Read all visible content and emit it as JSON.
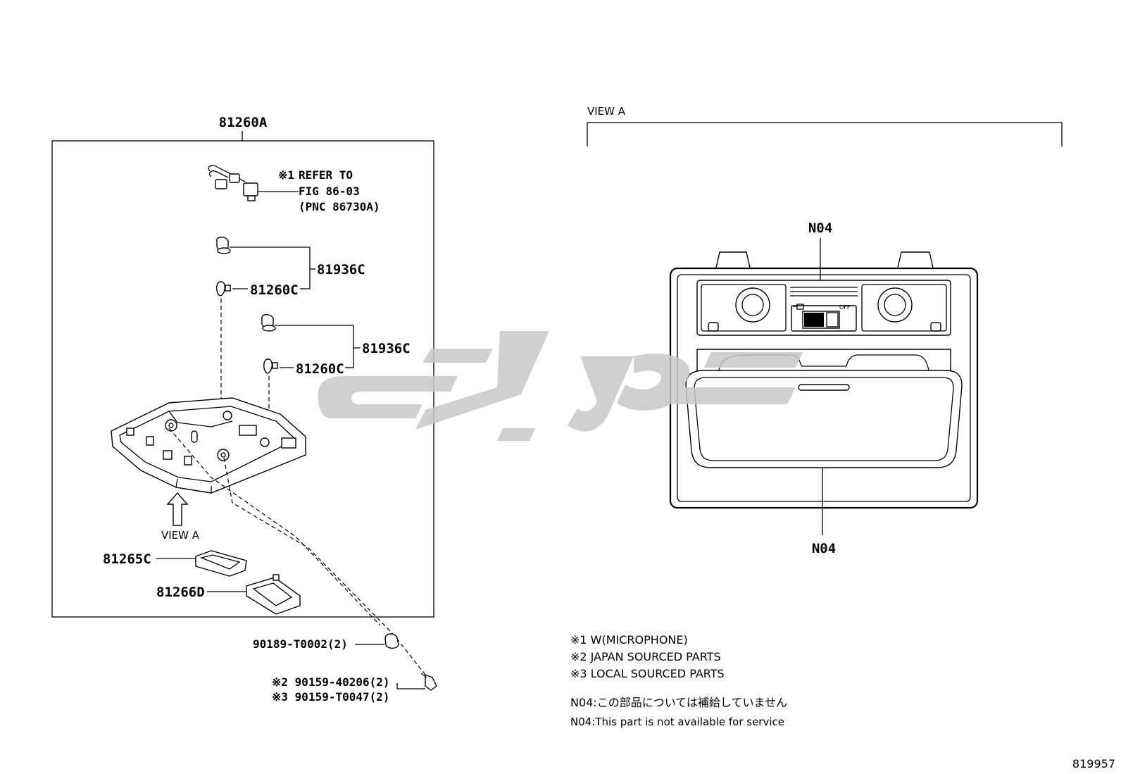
{
  "diagram_number": "819957",
  "watermark": {
    "text": "تویارت",
    "color": "#c8c8c8"
  },
  "left_panel": {
    "assembly_label": "81260A",
    "refer_note": {
      "mark": "※1",
      "line1": "REFER TO",
      "line2": "FIG 86-03",
      "line3": "(PNC 86730A)"
    },
    "parts": [
      {
        "id": "p1",
        "label": "81936C"
      },
      {
        "id": "p2",
        "label": "81260C"
      },
      {
        "id": "p3",
        "label": "81936C"
      },
      {
        "id": "p4",
        "label": "81260C"
      },
      {
        "id": "p5",
        "label": "81265C"
      },
      {
        "id": "p6",
        "label": "81266D"
      }
    ],
    "view_label": "VIEW A"
  },
  "outside_parts": [
    {
      "id": "o1",
      "label": "90189-T0002(2)"
    },
    {
      "id": "o2",
      "label": "※2 90159-40206(2)"
    },
    {
      "id": "o3",
      "label": "※3 90159-T0047(2)"
    }
  ],
  "right_panel": {
    "view_label": "VIEW A",
    "top_callout": "N04",
    "bottom_callout": "N04",
    "switch_off_label": "OFF"
  },
  "notes": [
    "※1 W(MICROPHONE)",
    "※2 JAPAN SOURCED PARTS",
    "※3 LOCAL SOURCED PARTS"
  ],
  "service_notes": [
    "N04:この部品については補給していません",
    "N04:This part is not available for service"
  ]
}
